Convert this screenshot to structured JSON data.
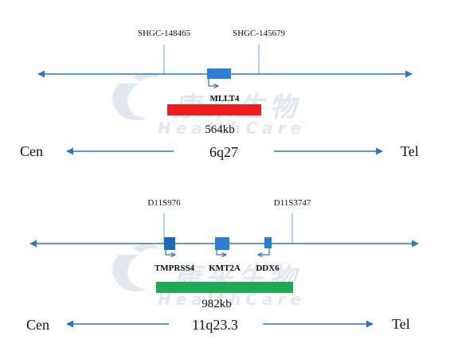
{
  "watermark": {
    "brand_cn": "康采生物",
    "brand_en": "HealthCare",
    "color": "#c9d6e8"
  },
  "colors": {
    "axis": "#2a78c2",
    "gene": "#2a7fd0",
    "gene_dark": "#1e6ab8",
    "region_top": "#ee1c1c",
    "region_bottom": "#1eaa55",
    "marker_line": "#6aa8d8",
    "text": "#111111"
  },
  "panels": [
    {
      "marker_left": "SHGC-148465",
      "marker_right": "SHGC-145679",
      "genes": [
        "MLLT4"
      ],
      "region_size": "564kb",
      "band": "6q27",
      "left_end": "Cen",
      "right_end": "Tel"
    },
    {
      "marker_left": "D11S976",
      "marker_right": "D11S3747",
      "genes": [
        "TMPRSS4",
        "KMT2A",
        "DDX6"
      ],
      "region_size": "982kb",
      "band": "11q23.3",
      "left_end": "Cen",
      "right_end": "Tel"
    }
  ]
}
